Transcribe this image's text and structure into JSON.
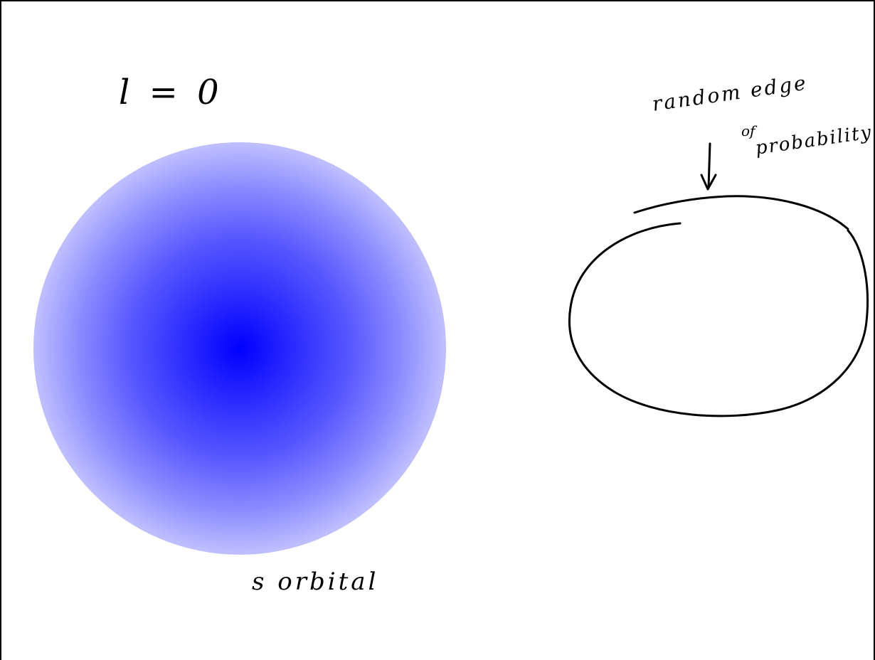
{
  "labels": {
    "quantum_number": "l = 0",
    "orbital_caption": "s orbital",
    "annotation_line1": "random edge",
    "annotation_line2": "of",
    "annotation_line3": "probability"
  },
  "colors": {
    "cloud_core": "#0000ff",
    "ink": "#000000",
    "background": "#ffffff"
  },
  "icons": {
    "arrow": "down-arrow-icon"
  }
}
